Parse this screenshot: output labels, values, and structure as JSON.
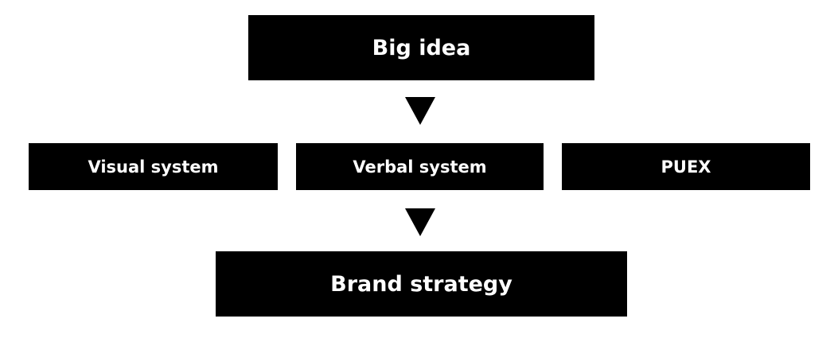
{
  "diagram": {
    "top_node": {
      "label": "Big idea"
    },
    "middle_nodes": [
      {
        "label": "Visual system"
      },
      {
        "label": "Verbal system"
      },
      {
        "label": "PUEX"
      }
    ],
    "bottom_node": {
      "label": "Brand strategy"
    },
    "colors": {
      "box_fill": "#000000",
      "box_text": "#ffffff",
      "arrow": "#000000",
      "background": "#ffffff"
    }
  }
}
